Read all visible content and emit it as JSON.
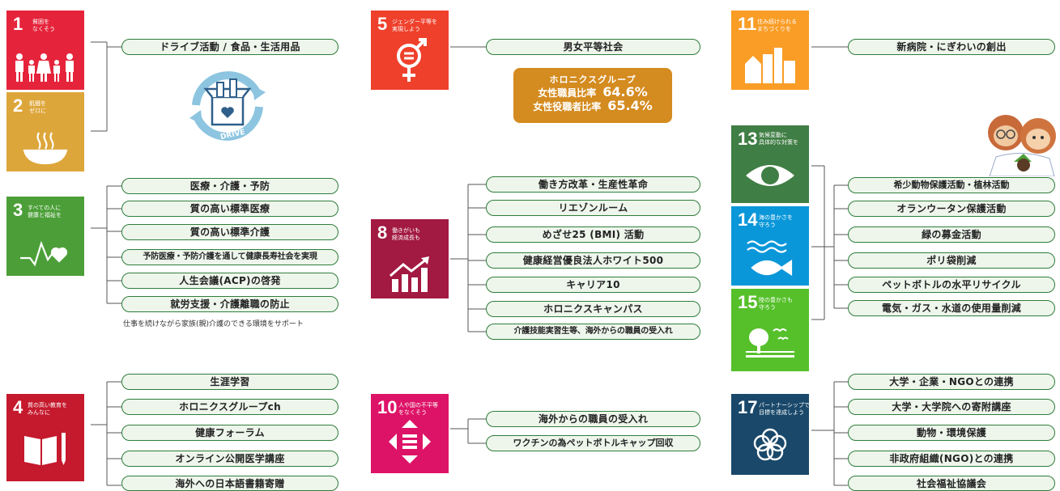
{
  "goals": {
    "g1": {
      "num": "1",
      "line1": "貧困を",
      "line2": "なくそう",
      "color": "#e5243b"
    },
    "g2": {
      "num": "2",
      "line1": "飢餓を",
      "line2": "ゼロに",
      "color": "#dda63a"
    },
    "g3": {
      "num": "3",
      "line1": "すべての人に",
      "line2": "健康と福祉を",
      "color": "#4c9f38"
    },
    "g4": {
      "num": "4",
      "line1": "質の高い教育を",
      "line2": "みんなに",
      "color": "#c5192d"
    },
    "g5": {
      "num": "5",
      "line1": "ジェンダー平等を",
      "line2": "実現しよう",
      "color": "#ff3a21"
    },
    "g8": {
      "num": "8",
      "line1": "働きがいも",
      "line2": "経済成長も",
      "color": "#a21942"
    },
    "g10": {
      "num": "10",
      "line1": "人や国の不平等",
      "line2": "をなくそう",
      "color": "#dd1367"
    },
    "g11": {
      "num": "11",
      "line1": "住み続けられる",
      "line2": "まちづくりを",
      "color": "#fd9d24"
    },
    "g13": {
      "num": "13",
      "line1": "気候変動に",
      "line2": "具体的な対策を",
      "color": "#3f7e44"
    },
    "g14": {
      "num": "14",
      "line1": "海の豊かさを",
      "line2": "守ろう",
      "color": "#0a97d9"
    },
    "g15": {
      "num": "15",
      "line1": "陸の豊かさも",
      "line2": "守ろう",
      "color": "#56c02b"
    },
    "g17": {
      "num": "17",
      "line1": "パートナーシップで",
      "line2": "目標を達成しよう",
      "color": "#19486a"
    }
  },
  "drive_label": "DRIVE",
  "col1": {
    "a": [
      "ドライブ活動 / 食品・生活用品"
    ],
    "b": [
      "医療・介護・予防",
      "質の高い標準医療",
      "質の高い標準介護",
      "予防医療・予防介護を通して健康長寿社会を実現",
      "人生会議(ACP)の啓発",
      "就労支援・介護離職の防止"
    ],
    "b_note": "仕事を続けながら家族(親)介護のできる環境をサポート",
    "c": [
      "生涯学習",
      "ホロニクスグループch",
      "健康フォーラム",
      "オンライン公開医学講座",
      "海外への日本語書籍寄贈"
    ]
  },
  "col2": {
    "a": [
      "男女平等社会"
    ],
    "stats": {
      "group": "ホロニクスグループ",
      "row1_label": "女性職員比率",
      "row1_value": "64.6%",
      "row2_label": "女性役職者比率",
      "row2_value": "65.4%"
    },
    "b": [
      "働き方改革・生産性革命",
      "リエゾンルーム",
      "めざせ25 (BMI) 活動",
      "健康経営優良法人ホワイト500",
      "キャリア10",
      "ホロニクスキャンパス",
      "介護技能実習生等、海外からの職員の受入れ"
    ],
    "c": [
      "海外からの職員の受入れ",
      "ワクチンの為ペットボトルキャップ回収"
    ]
  },
  "col3": {
    "a": [
      "新病院・にぎわいの創出"
    ],
    "b": [
      "希少動物保護活動・植林活動",
      "オランウータン保護活動",
      "緑の募金活動",
      "ポリ袋削減",
      "ペットボトルの水平リサイクル",
      "電気・ガス・水道の使用量削減"
    ],
    "c": [
      "大学・企業・NGOとの連携",
      "大学・大学院への寄附講座",
      "動物・環境保護",
      "非政府組織(NGO)との連携",
      "社会福祉協議会"
    ]
  }
}
